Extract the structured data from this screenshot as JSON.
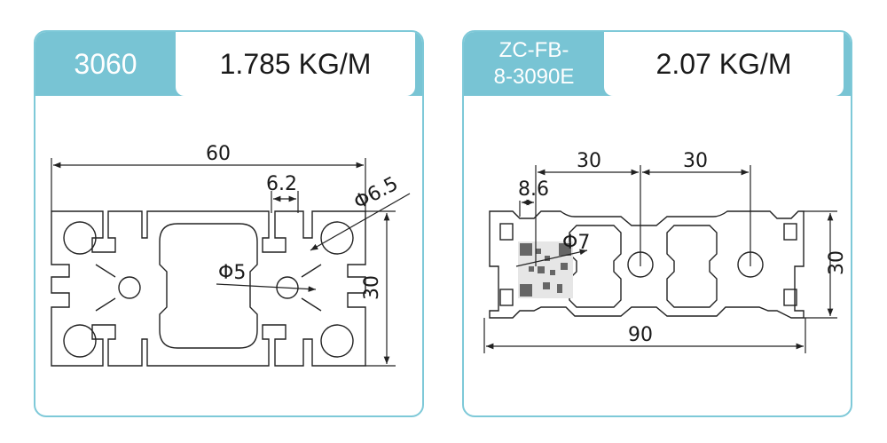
{
  "colors": {
    "accent": "#78c4d4",
    "stroke": "#222222"
  },
  "panels": [
    {
      "model": "3060",
      "weight": "1.785 KG/M",
      "dims": {
        "width": "60",
        "slot": "6.2",
        "hole_outer": "Φ6.5",
        "hole_center": "Φ5",
        "height": "30"
      }
    },
    {
      "model_line1": "ZC-FB-",
      "model_line2": "8-3090E",
      "weight": "2.07 KG/M",
      "dims": {
        "pitch1": "30",
        "pitch2": "30",
        "slot": "8.6",
        "hole": "Φ7",
        "height": "30",
        "width": "90"
      }
    }
  ]
}
